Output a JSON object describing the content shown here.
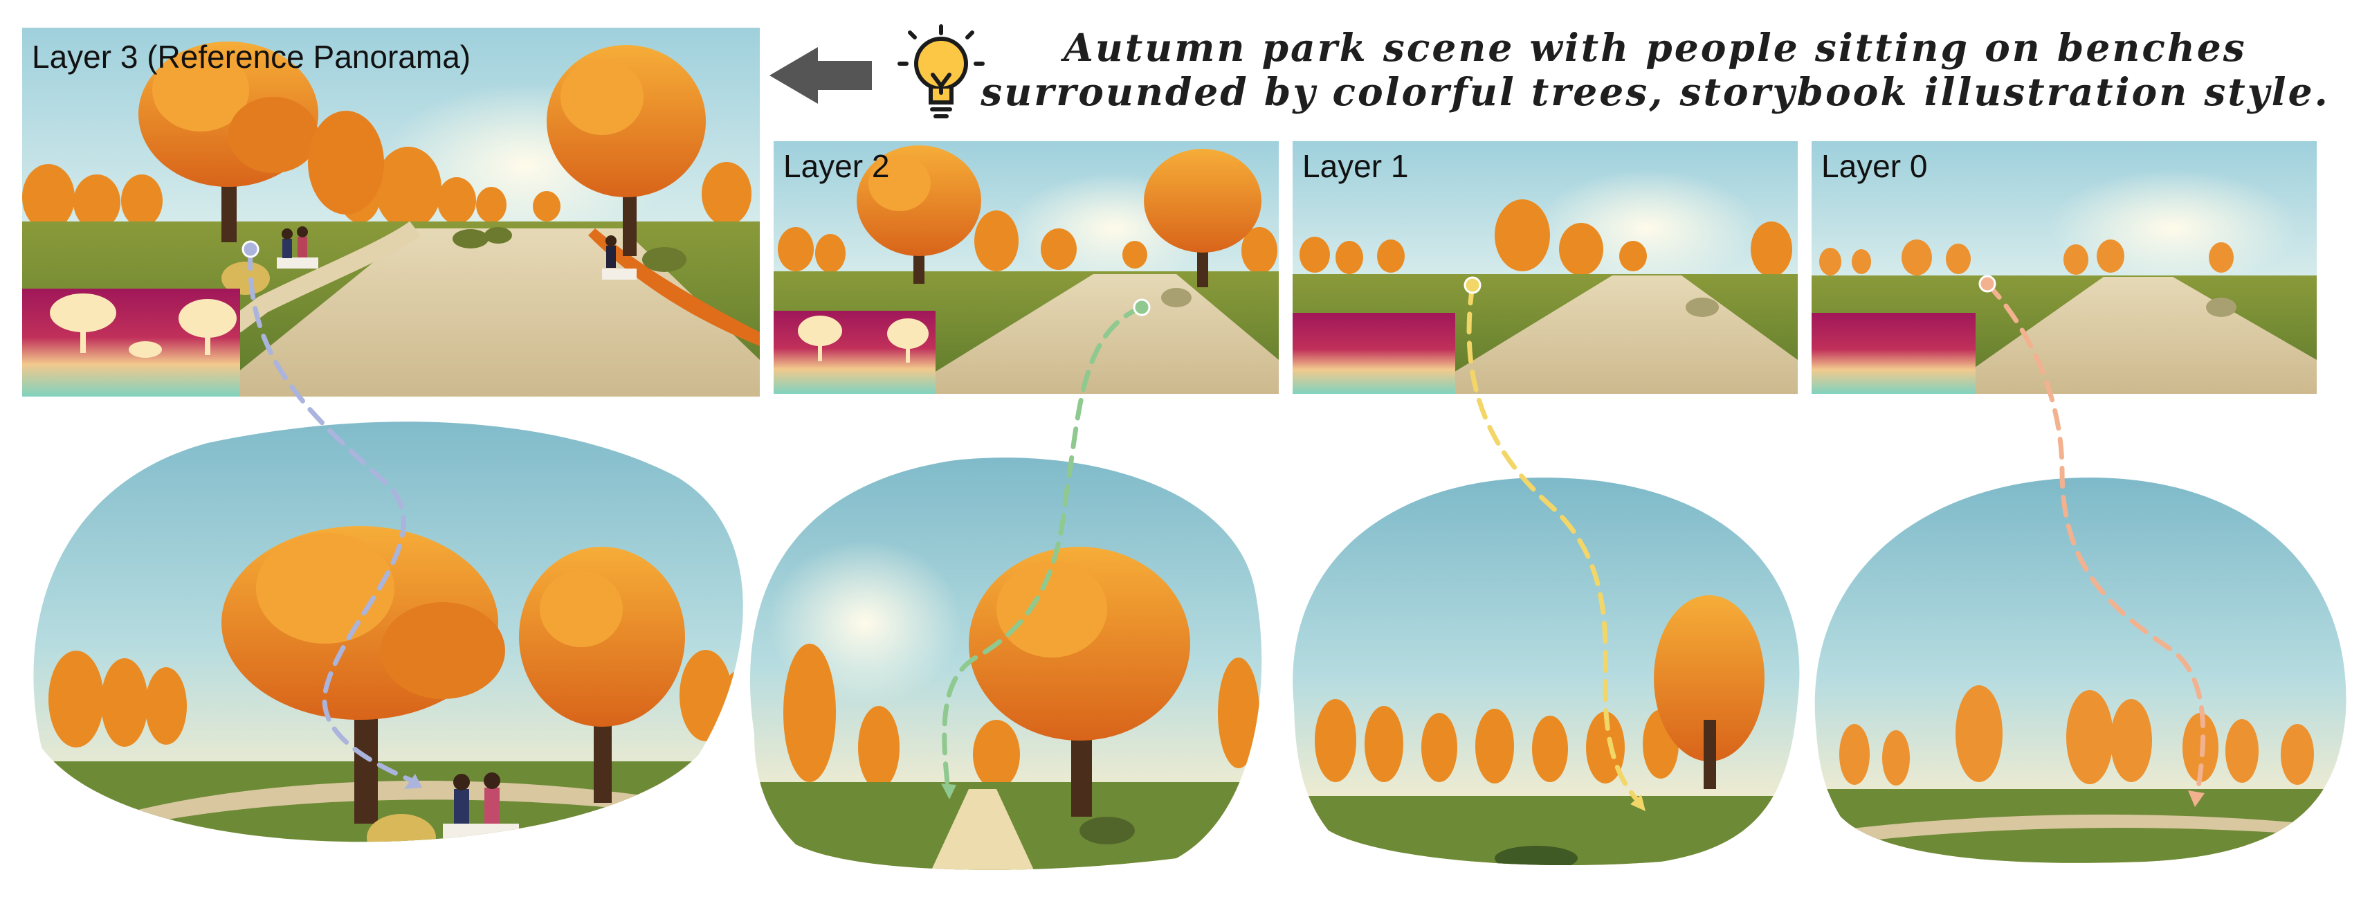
{
  "prompt": {
    "line1": "Autumn park scene with people sitting on benches",
    "line2": "surrounded by colorful trees, storybook illustration style."
  },
  "icons": {
    "prompt_icon": "lightbulb-icon",
    "direction_icon": "arrow-left-icon"
  },
  "panoramas": [
    {
      "id": "layer3",
      "label": "Layer 3 (Reference Panorama)"
    },
    {
      "id": "layer2",
      "label": "Layer 2"
    },
    {
      "id": "layer1",
      "label": "Layer 1"
    },
    {
      "id": "layer0",
      "label": "Layer 0"
    }
  ],
  "palette": {
    "sky_top": "#a9d6df",
    "sky_glow": "#fdf7de",
    "tree_orange": "#e8801e",
    "tree_light": "#f5a630",
    "trunk": "#4a2d1a",
    "grass": "#6f8a33",
    "path": "#d8c7a0",
    "depth_magenta": "#a0175a",
    "depth_teal": "#7fd2bf",
    "connector_layer3": "#aab4dc",
    "connector_layer2": "#8fc98f",
    "connector_layer1": "#f2d668",
    "connector_layer0": "#f2b290",
    "arrow": "#555555"
  }
}
